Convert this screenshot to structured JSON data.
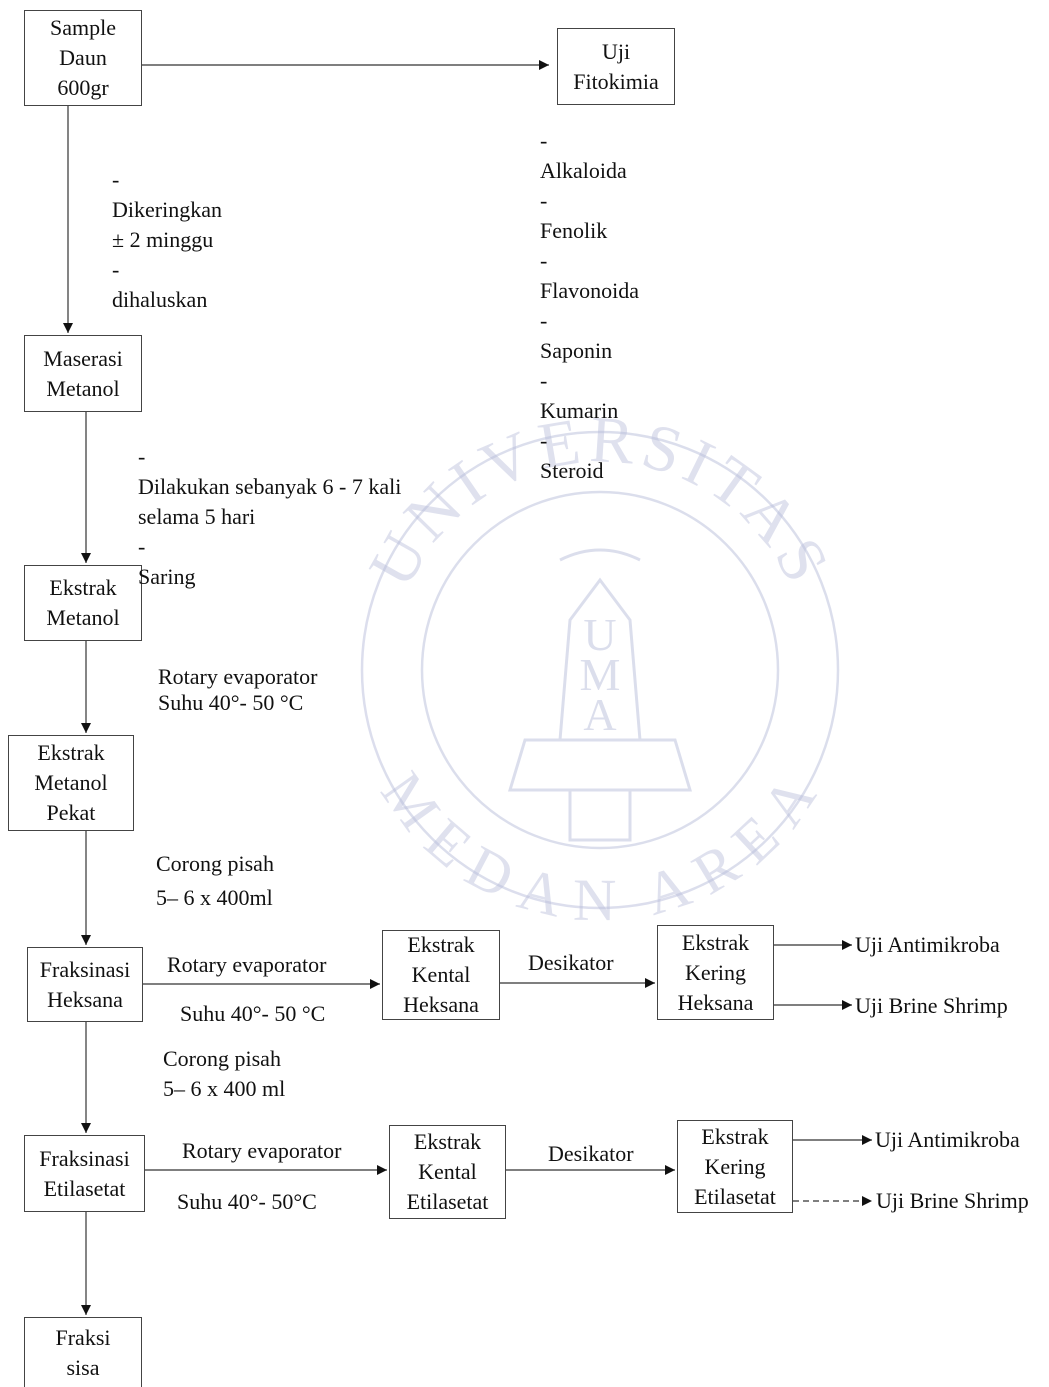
{
  "watermark": {
    "top_text": "UNIVERSITAS",
    "bottom_text": "MEDAN AREA",
    "center_letters": [
      "U",
      "M",
      "A"
    ],
    "color": "#b9bedb"
  },
  "boxes": {
    "sample": [
      "Sample",
      "Daun",
      "600gr"
    ],
    "uji_fitokimia": [
      "Uji",
      "Fitokimia"
    ],
    "maserasi": [
      "Maserasi",
      "Metanol"
    ],
    "ekstrak_metanol": [
      "Ekstrak",
      "Metanol"
    ],
    "ekstrak_pekat": [
      "Ekstrak",
      "Metanol",
      "Pekat"
    ],
    "fraksinasi_heksana": [
      "Fraksinasi",
      "Heksana"
    ],
    "kental_heksana": [
      "Ekstrak",
      "Kental",
      "Heksana"
    ],
    "kering_heksana": [
      "Ekstrak",
      "Kering",
      "Heksana"
    ],
    "fraksinasi_etilasetat": [
      "Fraksinasi",
      "Etilasetat"
    ],
    "kental_etilasetat": [
      "Ekstrak",
      "Kental",
      "Etilasetat"
    ],
    "kering_etilasetat": [
      "Ekstrak",
      "Kering",
      "Etilasetat"
    ],
    "fraksi_sisa": [
      "Fraksi",
      "sisa"
    ]
  },
  "notes": {
    "fitokimia_tests": [
      "Alkaloida",
      "Fenolik",
      "Flavonoida",
      "Saponin",
      "Kumarin",
      "Steroid"
    ],
    "step1": [
      "Dikeringkan",
      "± 2 minggu",
      "dihaluskan"
    ],
    "step2": [
      "Dilakukan sebanyak 6 - 7 kali",
      "selama 5 hari",
      "Saring"
    ],
    "rotary1": [
      "Rotary evaporator",
      "Suhu 40°- 50 °C"
    ],
    "corong1": [
      "Corong pisah",
      "5– 6 x 400ml"
    ],
    "rotary_heksana": "Rotary evaporator",
    "suhu_heksana": "Suhu 40°- 50 °C",
    "desikator_heksana": "Desikator",
    "corong2": [
      "Corong pisah",
      "5– 6 x 400 ml"
    ],
    "rotary_etilasetat": "Rotary evaporator",
    "suhu_etilasetat": "Suhu 40°- 50°C",
    "desikator_etilasetat": "Desikator",
    "dash": "-"
  },
  "outputs": {
    "heksana_antimikroba": "Uji Antimikroba",
    "heksana_brine": "Uji Brine Shrimp",
    "etilasetat_antimikroba": "Uji Antimikroba",
    "etilasetat_brine": "Uji Brine Shrimp"
  }
}
